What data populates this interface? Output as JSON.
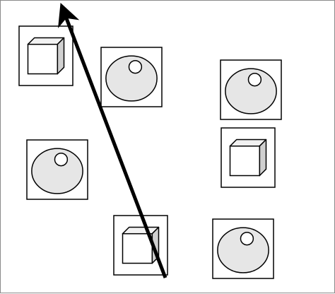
{
  "tiles": [
    {
      "kind": "cube"
    },
    {
      "kind": "sphere"
    },
    {
      "kind": "sphere"
    },
    {
      "kind": "sphere"
    },
    {
      "kind": "cube"
    },
    {
      "kind": "cube"
    },
    {
      "kind": "sphere"
    }
  ],
  "arrow": {
    "direction": "up-left"
  },
  "colors": {
    "background": "#ffffff",
    "outline": "#000000",
    "sphere_fill": "#e6e6e6",
    "cube_front": "#ffffff",
    "cube_side": "#d0d0d0",
    "cube_top": "#f2f2f2"
  }
}
